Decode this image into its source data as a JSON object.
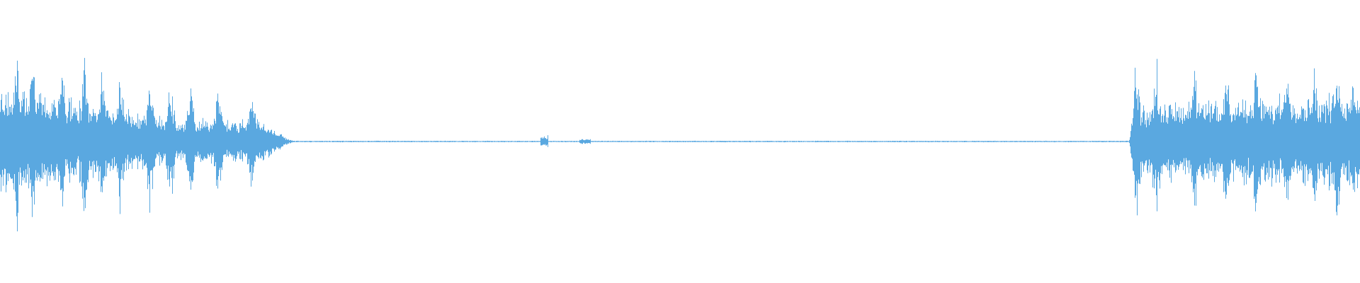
{
  "waveform": {
    "color": "#5aa8e0",
    "background": "#ffffff",
    "segments": [
      {
        "start": 0.0,
        "end": 0.215,
        "level": "loud"
      },
      {
        "start": 0.215,
        "end": 0.83,
        "level": "near-silent"
      },
      {
        "start": 0.83,
        "end": 1.0,
        "level": "loud"
      }
    ]
  }
}
